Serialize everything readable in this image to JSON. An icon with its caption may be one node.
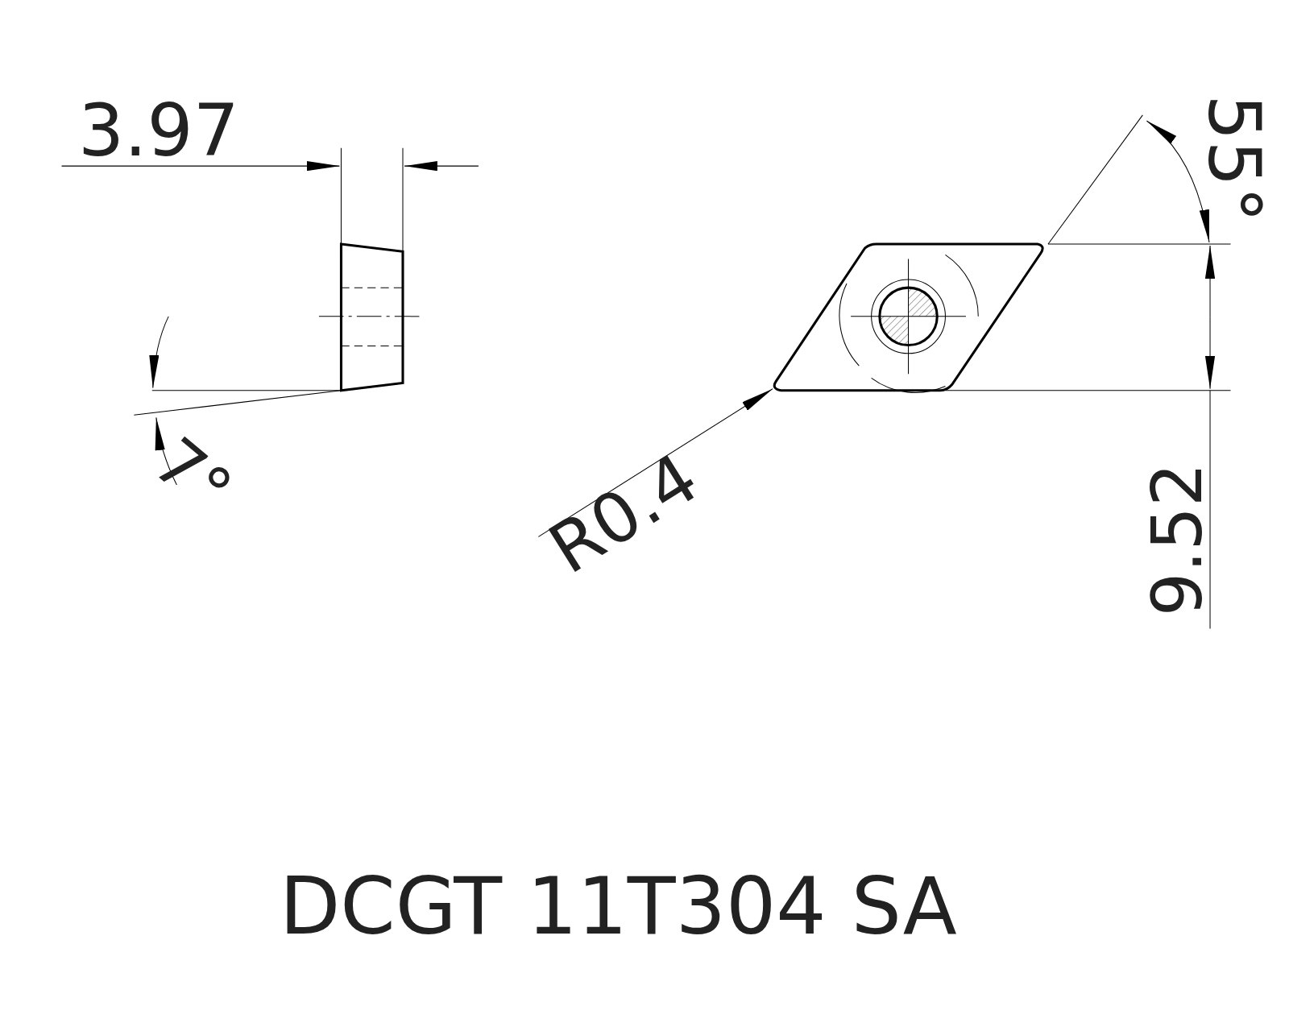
{
  "diagram": {
    "title": "DCGT 11T304 SA",
    "labels": [
      "3.97",
      "55°",
      "7°",
      "R0.4",
      "9.52"
    ]
  }
}
